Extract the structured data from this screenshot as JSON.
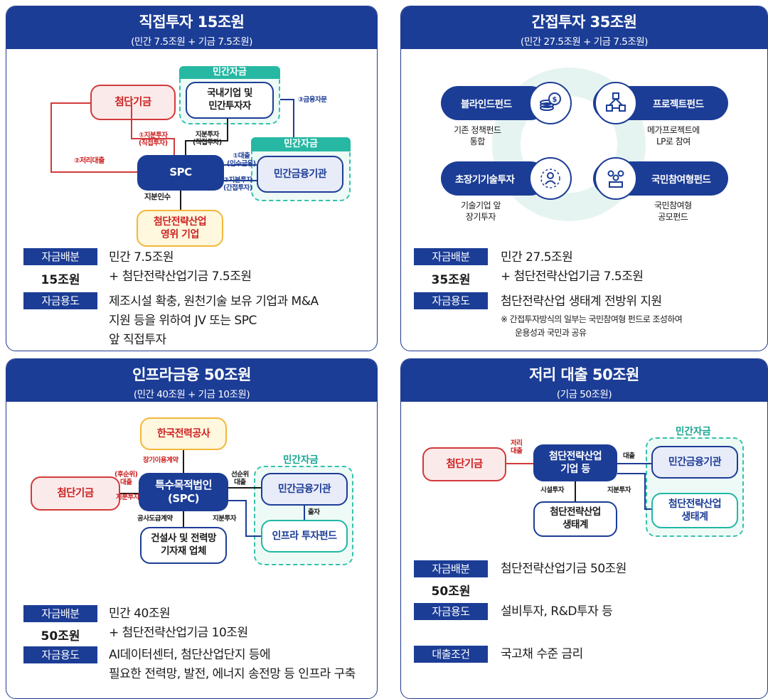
{
  "p1": {
    "title": "직접투자 15조원",
    "subtitle": "(민간 7.5조원 + 기금 7.5조원)",
    "private_label": "민간자금",
    "domestic": "국내기업 및\n민간투자자",
    "fund": "첨단기금",
    "spc": "SPC",
    "private_fin_label": "민간자금",
    "private_fin": "민간금융기관",
    "target": "첨단전략산업\n영위 기업",
    "l_equity1": "①지분투자",
    "l_direct1": "(직접투자)",
    "l_equity2": "지분투자",
    "l_direct2": "(직접투자)",
    "l_loan": "②저리대출",
    "l_fin_supply": "③금융자문",
    "l_loan2a": "①대출",
    "l_loan2b": "(인수금융)",
    "l_eq3a": "②지분투자",
    "l_eq3b": "(간접투자)",
    "l_acq": "지분인수",
    "tag1": "자금배분",
    "amount": "15조원",
    "alloc1": "민간 7.5조원",
    "alloc2": "+ 첨단전략산업기금 7.5조원",
    "tag2": "자금용도",
    "use1": "제조시설 확충, 원천기술 보유 기업과 M&A",
    "use2": "지원 등을 위하여 JV 또는 SPC",
    "use3": "앞 직접투자"
  },
  "p2": {
    "title": "간접투자 35조원",
    "subtitle": "(민간 27.5조원 + 기금 7.5조원)",
    "blind": "블라인드펀드",
    "blind_desc": "기존 정책펀드\n통합",
    "project": "프로젝트펀드",
    "project_desc": "메가프로젝트에\nLP로 참여",
    "longterm": "초장기기술투자",
    "longterm_desc": "기술기업 앞\n장기투자",
    "citizen": "국민참여형펀드",
    "citizen_desc": "국민참여형\n공모펀드",
    "tag1": "자금배분",
    "amount": "35조원",
    "alloc1": "민간 27.5조원",
    "alloc2": "+ 첨단전략산업기금 7.5조원",
    "tag2": "자금용도",
    "use1": "첨단전략산업 생태계 전방위 지원",
    "note1": "※ 간접투자방식의 일부는 국민참여형 펀드로 조성하여",
    "note2": "운용성과 국민과 공유",
    "icons": [
      "coin-stack-icon",
      "cube-network-icon",
      "people-network-icon",
      "citizen-group-icon"
    ]
  },
  "p3": {
    "title": "인프라금융 50조원",
    "subtitle": "(민간 40조원 + 기금 10조원)",
    "kepco": "한국전력공사",
    "fund": "첨단기금",
    "spc": "특수목적법인\n(SPC)",
    "private_label": "민간자금",
    "private_fin": "민간금융기관",
    "infra_fund": "인프라 투자펀드",
    "builder": "건설사 및 전력망\n기자재 업체",
    "l_power": "장기이용계약",
    "l_sub1": "(후순위)",
    "l_sub2": "대출",
    "l_eq": "지분투자",
    "l_senior1": "선순위",
    "l_senior2": "대출",
    "l_invest": "출자",
    "l_build": "공사도급계약",
    "l_eq2": "지분투자",
    "tag1": "자금배분",
    "amount": "50조원",
    "alloc1": "민간 40조원",
    "alloc2": "+ 첨단전략산업기금 10조원",
    "tag2": "자금용도",
    "use1": "AI데이터센터, 첨단산업단지 등에",
    "use2": "필요한 전력망, 발전, 에너지 송전망 등 인프라 구축"
  },
  "p4": {
    "title": "저리 대출 50조원",
    "subtitle": "(기금 50조원)",
    "fund": "첨단기금",
    "company": "첨단전략산업\n기업 등",
    "private_label": "민간자금",
    "private_fin": "민간금융기관",
    "ecosystem_box": "첨단전략산업\n생태계",
    "ecosystem": "첨단전략산업\n생태계",
    "l_low1": "저리",
    "l_low2": "대출",
    "l_loan": "대출",
    "l_facility": "시설투자",
    "l_eq": "지분투자",
    "tag1": "자금배분",
    "amount": "50조원",
    "alloc1": "첨단전략산업기금 50조원",
    "tag2": "자금용도",
    "use1": "설비투자, R&D투자 등",
    "tag3": "대출조건",
    "cond": "국고채 수준 금리"
  }
}
